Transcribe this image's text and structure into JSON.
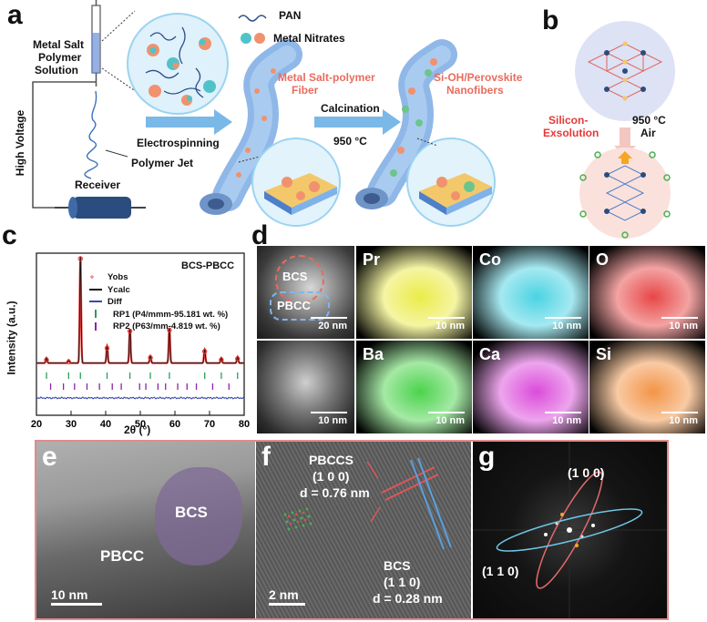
{
  "panels": {
    "a": {
      "letter": "a",
      "precursor_label": [
        "Metal Salt",
        "Polymer",
        "Solution"
      ],
      "high_voltage": "High Voltage",
      "polymer_jet": "Polymer Jet",
      "receiver": "Receiver",
      "legend_pan": "PAN",
      "legend_nitrates": "Metal Nitrates",
      "step1": "Electrospinning",
      "fiber1": [
        "Metal Salt-polymer",
        "Fiber"
      ],
      "step2": [
        "Calcination",
        "950 °C"
      ],
      "fiber2": [
        "Si-OH/Perovskite",
        "Nanofibers"
      ]
    },
    "b": {
      "letter": "b",
      "process": [
        "Silicon-",
        "Exsolution"
      ],
      "condition": [
        "950 °C",
        "Air"
      ]
    },
    "c": {
      "letter": "c",
      "sample": "BCS-PBCC",
      "legend": [
        "Yobs",
        "Ycalc",
        "Diff",
        "RP1 (P4/mmm-95.181 wt. %)",
        "RP2 (P63/mm-4.819 wt. %)"
      ]
    },
    "d": {
      "letter": "d",
      "region_labels": [
        "BCS",
        "PBCC"
      ],
      "maps": [
        {
          "element": "Pr",
          "color": "#e6e61c"
        },
        {
          "element": "Co",
          "color": "#1ec8dc"
        },
        {
          "element": "O",
          "color": "#e21818"
        },
        {
          "element": "Ba",
          "color": "#1ec81e"
        },
        {
          "element": "Ca",
          "color": "#d21ed2"
        },
        {
          "element": "Si",
          "color": "#f07a1a"
        }
      ],
      "scale_top": "20 nm",
      "scale": "10 nm"
    },
    "e": {
      "letter": "e",
      "bcs": "BCS",
      "pbcc": "PBCC",
      "scale": "10 nm"
    },
    "f": {
      "letter": "f",
      "pbccs": [
        "PBCCS",
        "(1 0 0)",
        "d = 0.76 nm"
      ],
      "bcs": [
        "BCS",
        "(1 1 0)",
        "d = 0.28 nm"
      ],
      "scale": "2 nm"
    },
    "g": {
      "letter": "g",
      "spot1": "(1 0 0)",
      "spot2": "(1 1 0)"
    }
  },
  "chart_data": {
    "type": "line",
    "title": "BCS-PBCC",
    "xlabel": "2θ (°)",
    "ylabel": "Intensity (a.u.)",
    "xlim": [
      20,
      80
    ],
    "xticks": [
      20,
      30,
      40,
      50,
      60,
      70,
      80
    ],
    "grid": false,
    "legend_position": "top-right",
    "series": [
      {
        "name": "Yobs",
        "color": "#e53935",
        "marker": "circle"
      },
      {
        "name": "Ycalc",
        "color": "#111111"
      },
      {
        "name": "Diff",
        "color": "#3949ab"
      }
    ],
    "peaks": [
      {
        "x": 22.9,
        "y": 0.05
      },
      {
        "x": 29.3,
        "y": 0.03
      },
      {
        "x": 32.7,
        "y": 1.0
      },
      {
        "x": 40.4,
        "y": 0.16
      },
      {
        "x": 47.0,
        "y": 0.32
      },
      {
        "x": 52.9,
        "y": 0.07
      },
      {
        "x": 58.4,
        "y": 0.33
      },
      {
        "x": 68.6,
        "y": 0.13
      },
      {
        "x": 73.4,
        "y": 0.05
      },
      {
        "x": 78.1,
        "y": 0.06
      }
    ],
    "rp1_ticks": [
      22.9,
      29.3,
      32.7,
      40.4,
      47.0,
      52.9,
      58.4,
      68.6,
      73.4,
      78.1
    ],
    "rp2_ticks": [
      24.1,
      27.8,
      31.0,
      34.6,
      38.2,
      41.9,
      44.5,
      49.8,
      51.6,
      55.1,
      57.3,
      60.8,
      63.5,
      66.2,
      70.9,
      75.6
    ],
    "rp1_color": "#2e9d5b",
    "rp2_color": "#8e24aa"
  }
}
